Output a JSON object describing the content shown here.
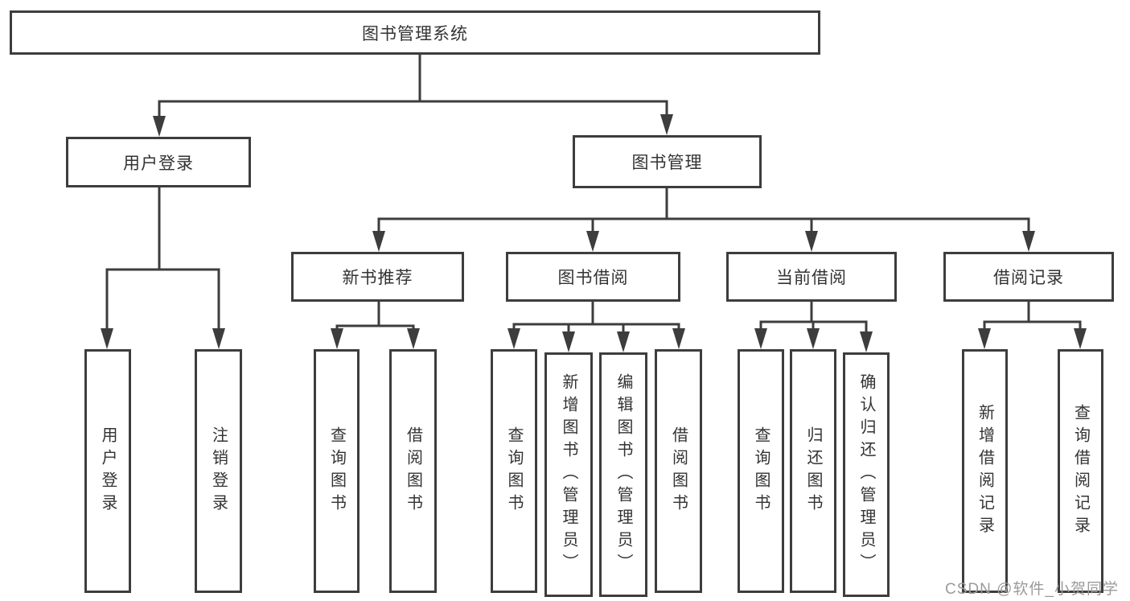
{
  "diagram": {
    "title": "图书管理系统",
    "tree": {
      "label": "图书管理系统",
      "children": [
        {
          "label": "用户登录",
          "children": [
            {
              "label": "用户登录"
            },
            {
              "label": "注销登录"
            }
          ]
        },
        {
          "label": "图书管理",
          "children": [
            {
              "label": "新书推荐",
              "children": [
                {
                  "label": "查询图书"
                },
                {
                  "label": "借阅图书"
                }
              ]
            },
            {
              "label": "图书借阅",
              "children": [
                {
                  "label": "查询图书"
                },
                {
                  "label": "新增图书（管理员）"
                },
                {
                  "label": "编辑图书（管理员）"
                },
                {
                  "label": "借阅图书"
                }
              ]
            },
            {
              "label": "当前借阅",
              "children": [
                {
                  "label": "查询图书"
                },
                {
                  "label": "归还图书"
                },
                {
                  "label": "确认归还（管理员）"
                }
              ]
            },
            {
              "label": "借阅记录",
              "children": [
                {
                  "label": "新增借阅记录"
                },
                {
                  "label": "查询借阅记录"
                }
              ]
            }
          ]
        }
      ]
    }
  },
  "watermark": {
    "text": "CSDN @软件_小贺同学"
  },
  "colors": {
    "line": "#3d3d3d",
    "border": "#3d3d3d",
    "text": "#333333",
    "watermark": "#9b9b9b",
    "background": "#ffffff"
  }
}
